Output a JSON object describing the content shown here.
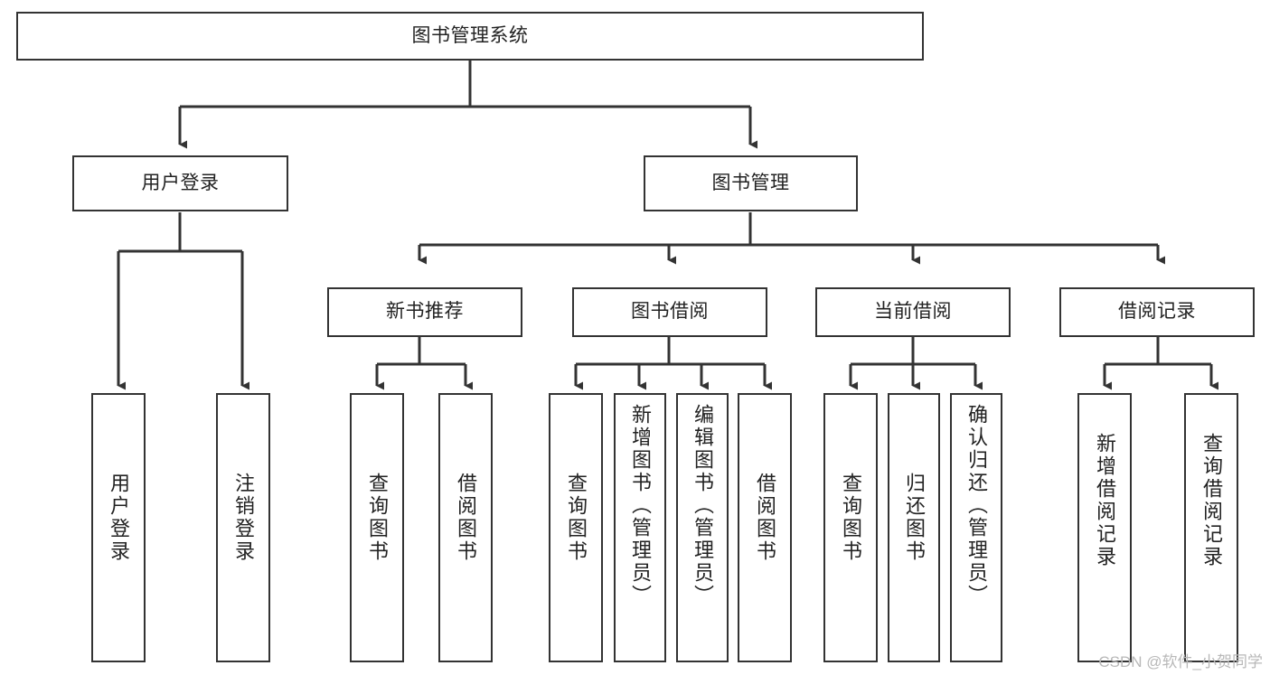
{
  "diagram": {
    "type": "tree-hierarchy",
    "title": "图书管理系统",
    "watermark": "CSDN @软件_小贺同学",
    "colors": {
      "stroke": "#333333",
      "fill": "#ffffff",
      "text": "#222222",
      "watermark": "#b8b8b8"
    },
    "nodes": {
      "root": {
        "label": "图书管理系统",
        "level": 0
      },
      "level1": [
        {
          "id": "user-login",
          "label": "用户登录"
        },
        {
          "id": "book-manage",
          "label": "图书管理"
        }
      ],
      "level2": [
        {
          "id": "new-book-recommend",
          "label": "新书推荐",
          "parent": "book-manage"
        },
        {
          "id": "book-borrow",
          "label": "图书借阅",
          "parent": "book-manage"
        },
        {
          "id": "current-borrow",
          "label": "当前借阅",
          "parent": "book-manage"
        },
        {
          "id": "borrow-record",
          "label": "借阅记录",
          "parent": "book-manage"
        }
      ],
      "leaves": [
        {
          "id": "leaf-user-login",
          "label": "用户登录",
          "parent": "user-login"
        },
        {
          "id": "leaf-logout-login",
          "label": "注销登录",
          "parent": "user-login"
        },
        {
          "id": "leaf-query-book-1",
          "label": "查询图书",
          "parent": "new-book-recommend"
        },
        {
          "id": "leaf-borrow-book-1",
          "label": "借阅图书",
          "parent": "new-book-recommend"
        },
        {
          "id": "leaf-query-book-2",
          "label": "查询图书",
          "parent": "book-borrow"
        },
        {
          "id": "leaf-add-book",
          "label": "新增图书（管理员）",
          "parent": "book-borrow"
        },
        {
          "id": "leaf-edit-book",
          "label": "编辑图书（管理员）",
          "parent": "book-borrow"
        },
        {
          "id": "leaf-borrow-book-2",
          "label": "借阅图书",
          "parent": "book-borrow"
        },
        {
          "id": "leaf-query-book-3",
          "label": "查询图书",
          "parent": "current-borrow"
        },
        {
          "id": "leaf-return-book",
          "label": "归还图书",
          "parent": "current-borrow"
        },
        {
          "id": "leaf-confirm-return",
          "label": "确认归还（管理员）",
          "parent": "current-borrow"
        },
        {
          "id": "leaf-add-record",
          "label": "新增借阅记录",
          "parent": "borrow-record"
        },
        {
          "id": "leaf-query-record",
          "label": "查询借阅记录",
          "parent": "borrow-record"
        }
      ]
    }
  }
}
